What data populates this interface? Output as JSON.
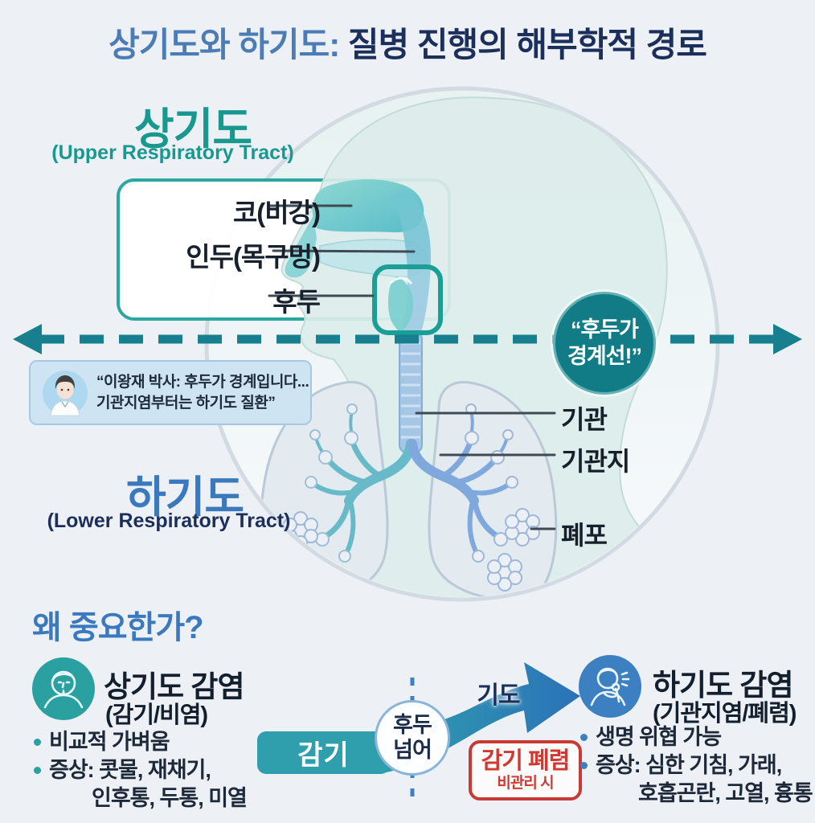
{
  "title": {
    "part1": "상기도와 하기도:",
    "part2": " 질병 진행의 해부학적 경로"
  },
  "upper": {
    "heading": "상기도",
    "subheading": "(Upper Respiratory Tract)",
    "label_nose": "코(비강)",
    "label_pharynx": "인두(목구멍)",
    "label_larynx": "후두"
  },
  "divider": {
    "badge_line1": "“후두가",
    "badge_line2": "경계선!”"
  },
  "doctor_note": {
    "line1": "“이왕재 박사: 후두가 경계입니다...",
    "line2": "기관지염부터는 하기도 질환”"
  },
  "lower": {
    "heading": "하기도",
    "subheading": "(Lower Respiratory Tract)",
    "label_trachea": "기관",
    "label_bronchus": "기관지",
    "label_alveoli": "폐포"
  },
  "why": {
    "heading": "왜 중요한가?",
    "left": {
      "title": "상기도 감염",
      "subtitle": "(감기/비염)",
      "bullet1": "비교적 가벼움",
      "bullet2": "증상: 콧물, 재채기,",
      "bullet2_cont": "인후통, 두통, 미열"
    },
    "flow": {
      "start_label": "감기",
      "mid_line1": "후두",
      "mid_line2": "넘어",
      "arrow_label": "기도",
      "warning_title": "감기 폐렴",
      "warning_sub": "비관리 시"
    },
    "right": {
      "title": "하기도 감염",
      "subtitle": "(기관지염/폐렴)",
      "bullet1": "생명 위협 가능",
      "bullet2": "증상: 심한 기침, 가래,",
      "bullet2_cont": "호흡곤란, 고열, 흉통"
    }
  },
  "colors": {
    "accent_teal": "#18988e",
    "accent_blue": "#3b79bf",
    "navy": "#1c2f5a",
    "warning_red": "#d03830",
    "divider_teal": "#177f8e"
  }
}
